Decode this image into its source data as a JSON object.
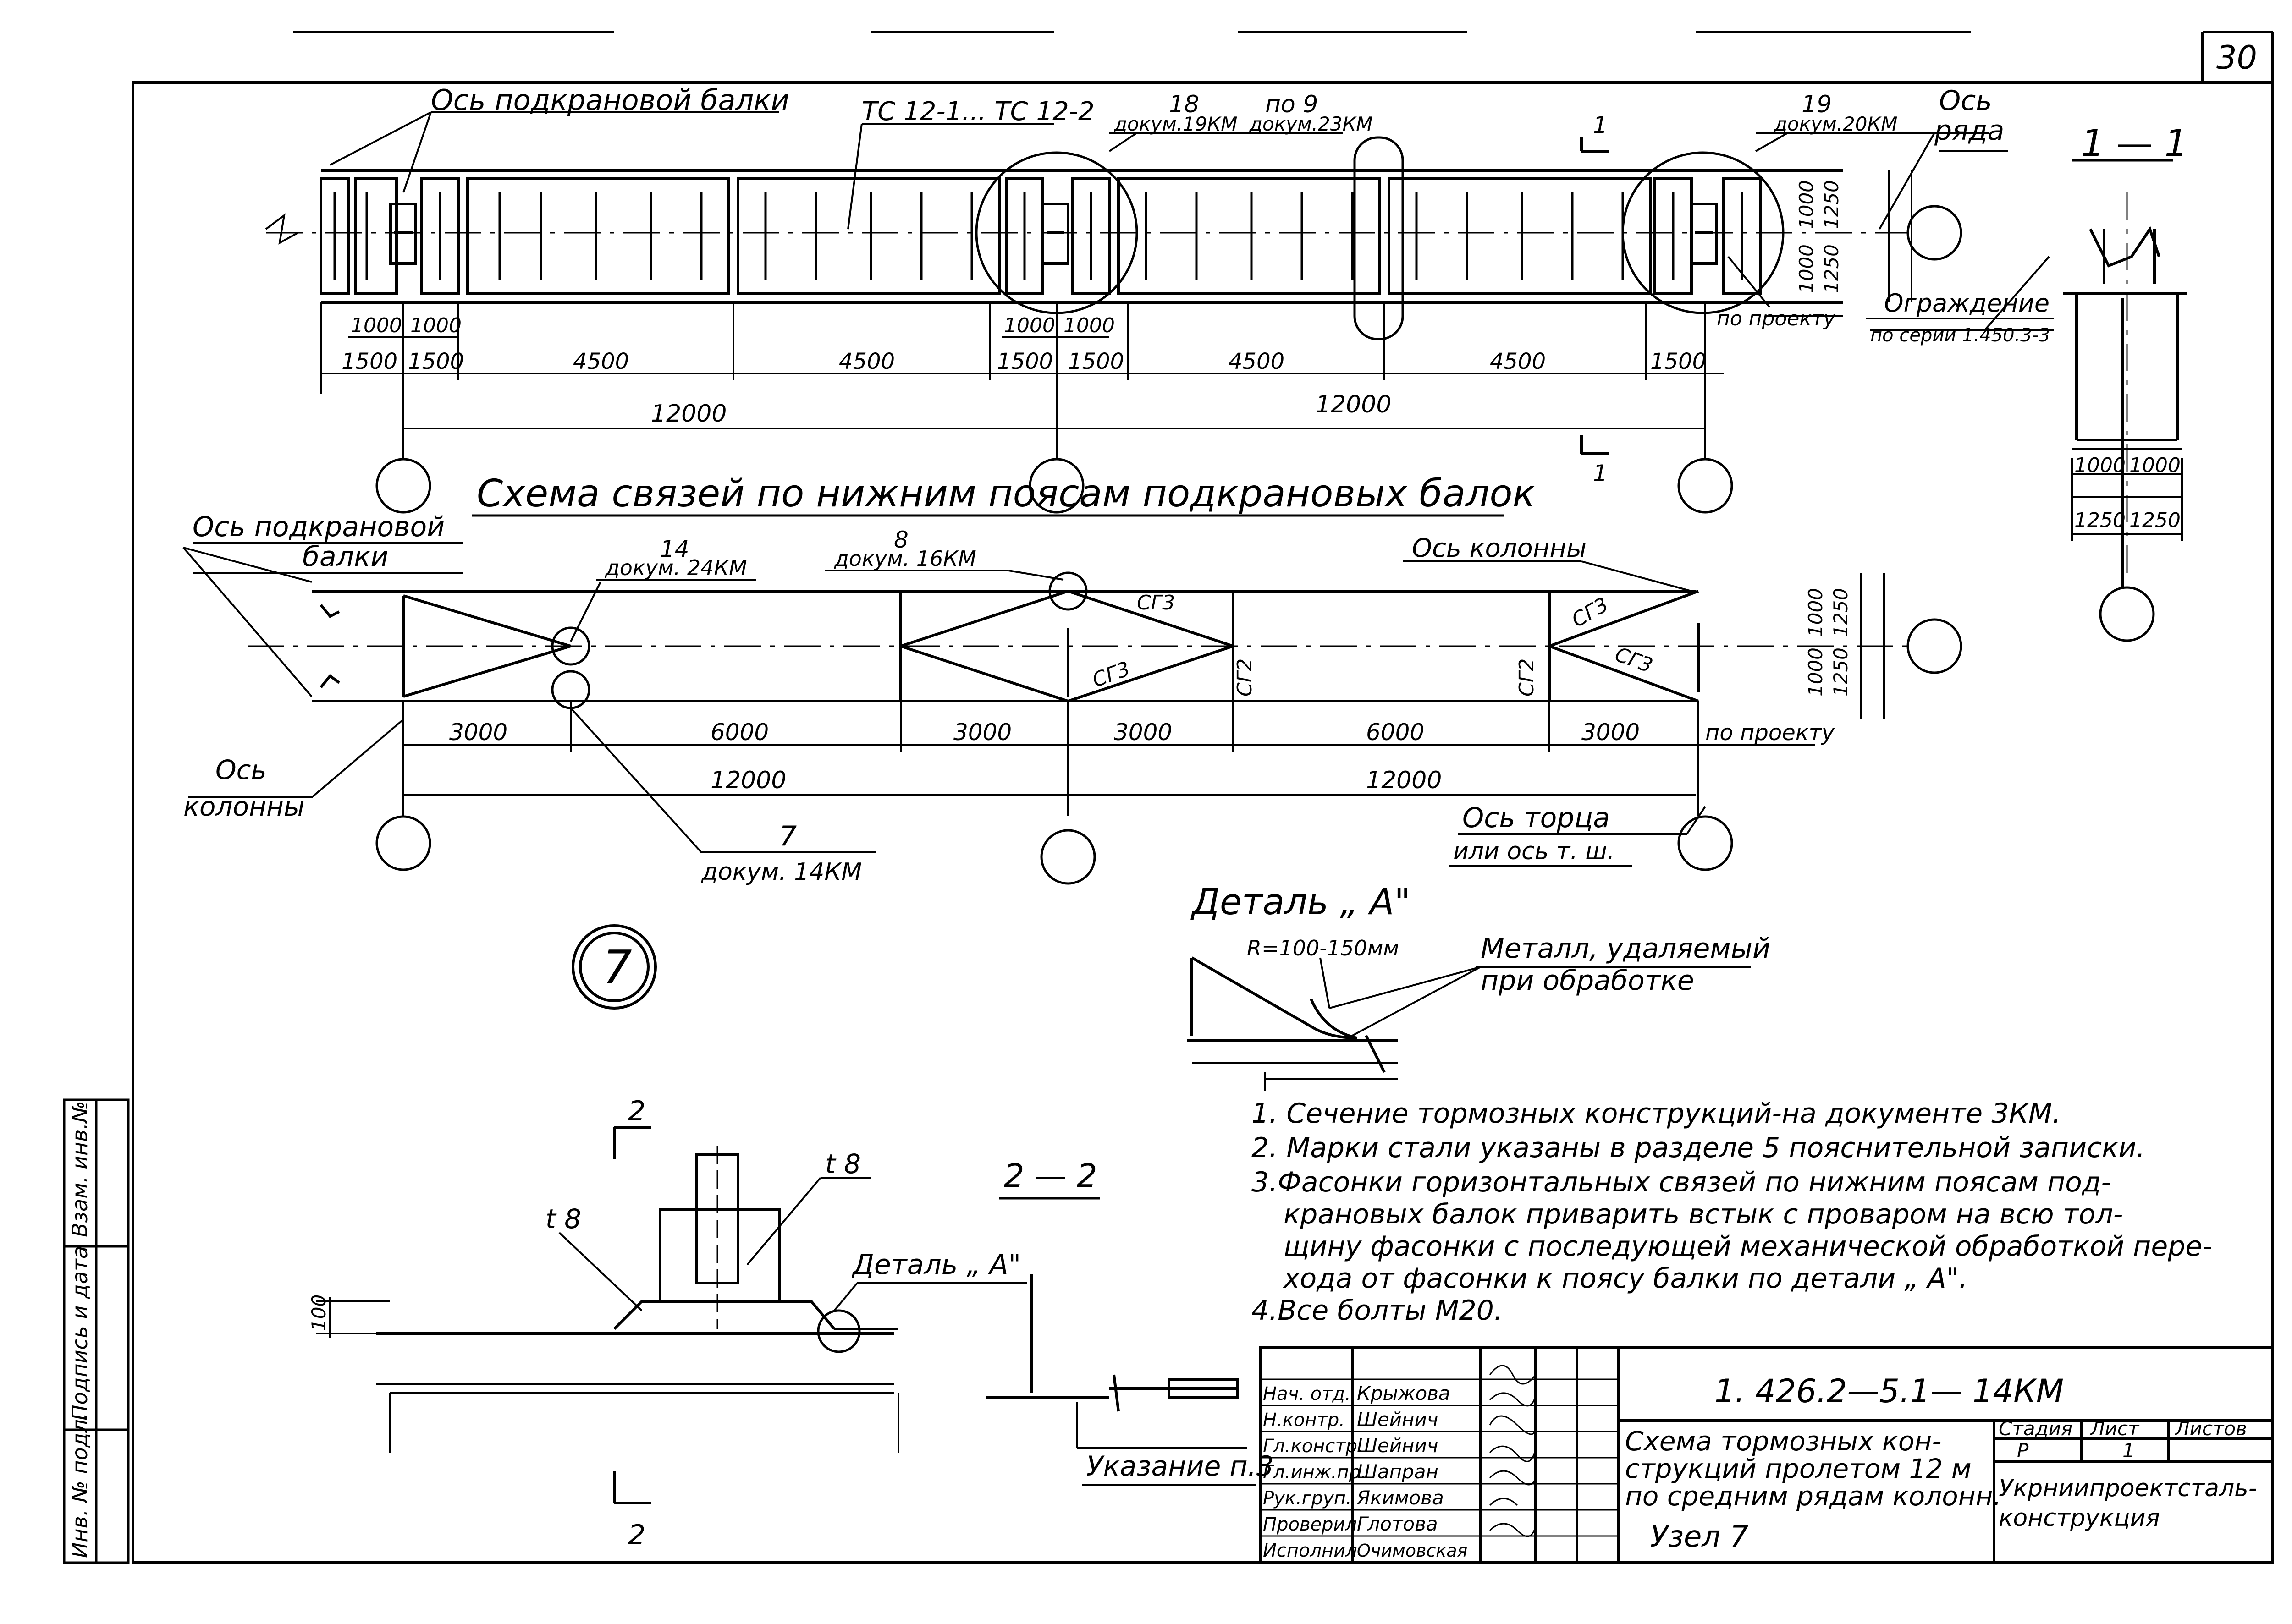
{
  "sheet_no": "30",
  "plan": {
    "axis_beam": "Ось подкрановой балки",
    "tc_marks": "ТС 12-1... ТС 12-2",
    "ref18_num": "18",
    "ref18_doc": "докум.19КМ",
    "ref9_num": "по 9",
    "ref9_doc": "докум.23КМ",
    "ref19_num": "19",
    "ref19_doc": "докум.20КМ",
    "axis_row_1": "Ось",
    "axis_row_2": "ряда",
    "dims_bottom": [
      "1500",
      "1500",
      "4500",
      "4500",
      "1500",
      "1500",
      "4500",
      "4500",
      "1500"
    ],
    "dims_small": [
      "1000",
      "1000",
      "1000",
      "1000"
    ],
    "span_a": "12000",
    "span_b": "12000",
    "dim_v_1000a": "1000",
    "dim_v_1000b": "1000",
    "dim_v_1250a": "1250",
    "dim_v_1250b": "1250",
    "po_proektu": "по проекту",
    "fence": "Ограждение",
    "fence_series": "по серии 1.450.3-3",
    "cut_mark": "1"
  },
  "section11": {
    "title": "1 — 1",
    "d1000a": "1000",
    "d1000b": "1000",
    "d1250a": "1250",
    "d1250b": "1250"
  },
  "bracing": {
    "title": "Схема связей по нижним поясам подкрановых балок",
    "axis_beam_1": "Ось подкрановой",
    "axis_beam_2": "балки",
    "ref14_num": "14",
    "ref14_doc": "докум. 24КМ",
    "ref8_num": "8",
    "ref8_doc": "докум. 16КМ",
    "axis_col_top": "Ось колонны",
    "axis_col_1": "Ось",
    "axis_col_2": "колонны",
    "sg3": "СГ3",
    "sg2": "СГ2",
    "dims": [
      "3000",
      "6000",
      "3000",
      "3000",
      "6000",
      "3000"
    ],
    "span_a": "12000",
    "span_b": "12000",
    "po_proektu": "по проекту",
    "ref7_num": "7",
    "ref7_doc": "докум. 14КМ",
    "axis_end_1": "Ось торца",
    "axis_end_2": "или ось т. ш.",
    "v1000a": "1000",
    "v1000b": "1000",
    "v1250a": "1250",
    "v1250b": "1250"
  },
  "node_number": "7",
  "detail_a": {
    "title": "Деталь „ А\"",
    "radius": "R=100-150мм",
    "metal_1": "Металл, удаляемый",
    "metal_2": "при обработке"
  },
  "notes": [
    "1. Сечение тормозных конструкций-на документе 3КМ.",
    "2. Марки стали указаны в разделе 5 пояснительной записки.",
    "3.Фасонки горизонтальных связей по нижним поясам под-",
    "крановых балок приварить встык с проваром на всю тол-",
    "щину фасонки с последующей механической обработкой пере-",
    "хода от фасонки к поясу балки по детали „ А\".",
    "4.Все болты М20."
  ],
  "node_detail": {
    "cut": "2",
    "t8_top": "t 8",
    "t8_left": "t 8",
    "dim100": "100",
    "detail_ref": "Деталь „ А\""
  },
  "section22": {
    "title": "2 — 2",
    "note_ref": "Указание п.3"
  },
  "title_block": {
    "code": "1. 426.2—5.1— 14КМ",
    "name": [
      "Схема тормозных кон-",
      "струкций пролетом 12 м",
      "по средним рядам колонн.",
      "Узел 7"
    ],
    "stage_h": "Стадия",
    "sheet_h": "Лист",
    "sheets_h": "Листов",
    "stage": "Р",
    "sheet": "1",
    "org_1": "Укрниипроектсталь-",
    "org_2": "конструкция",
    "roles": [
      "Нач. отд.",
      "Н.контр.",
      "Гл.констр.",
      "Гл.инж.пр.",
      "Рук.груп.",
      "Проверил",
      "Исполнил"
    ],
    "names": [
      "Крыжова",
      "Шейнич",
      "Шейнич",
      "Шапран",
      "Якимова",
      "Глотова",
      "Очимовская"
    ]
  },
  "left_strip": [
    "Инв. № подл.",
    "Подпись и дата",
    "Взам. инв.№"
  ]
}
